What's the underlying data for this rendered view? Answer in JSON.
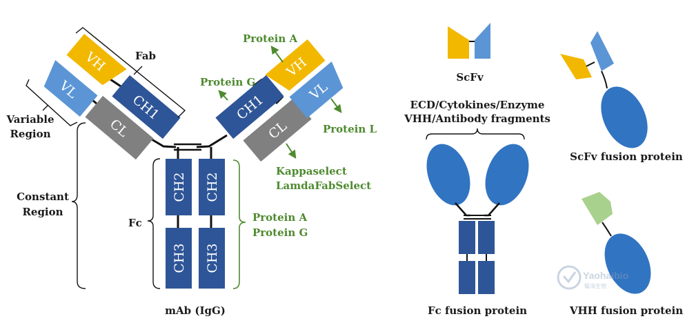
{
  "colors": {
    "heavy": "#2e5597",
    "light_chain": "#5b95d5",
    "vh": "#f2b800",
    "cl": "#808080",
    "vhh": "#a8d18d",
    "fusion": "#3174c2",
    "annotation": "#4e8a2f"
  },
  "igg": {
    "title": "mAb (IgG)",
    "fab": "Fab",
    "variable_region": [
      "Variable",
      "Region"
    ],
    "constant_region": [
      "Constant",
      "Region"
    ],
    "fc": "Fc",
    "domains": {
      "vh": "VH",
      "vl": "VL",
      "ch1": "CH1",
      "cl": "CL",
      "ch2": "CH2",
      "ch3": "CH3"
    }
  },
  "annotations": {
    "protein_a": "Protein A",
    "protein_g": "Protein G",
    "protein_l": "Protein L",
    "kappaselect": "Kappaselect",
    "lamdafabselect": "LamdaFabSelect",
    "fc_binders": [
      "Protein A",
      "Protein G"
    ]
  },
  "formats": {
    "scfv": "ScFv",
    "fc_fusion_header": [
      "ECD/Cytokines/Enzyme",
      "VHH/Antibody fragments"
    ],
    "fc_fusion": "Fc fusion protein",
    "scfv_fusion": "ScFv fusion protein",
    "vhh_fusion": "VHH fusion protein"
  },
  "watermark": {
    "text": "Yaohaibio",
    "subtext": "耀海生物"
  }
}
